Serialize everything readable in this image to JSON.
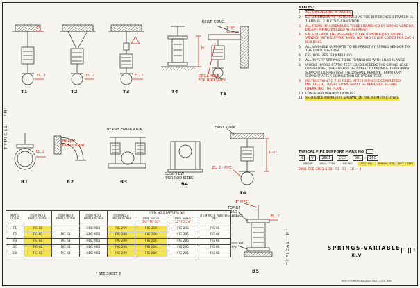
{
  "sheet": {
    "title": "SPRINGS-VARIABLE",
    "title_sub": "X.V",
    "see_sheet_note": "* SEE SHEET 2",
    "stamp": "RFH-GTR/WDR4KXGN/ATT-RG1  c-v-s  .06a",
    "sheet_num_left": "1",
    "sheet_num_right": "3"
  },
  "labels": {
    "t1": "T1",
    "t2": "T2",
    "t3": "T3",
    "t4": "T4",
    "t5": "T5",
    "t6": "T6",
    "b1": "B1",
    "b2": "B2",
    "b3": "B3",
    "b4": "B4",
    "b5": "B5",
    "typical_left": "TYPICAL - 'M'",
    "typical_right": "TYPICAL 'M'",
    "el1": "EL. 1",
    "el2": "EL. 2",
    "h_dim": "H",
    "dim_1_0": "1'-0\"",
    "exist_conc": "EXIST. CONC.",
    "drill_hole_1": "DRILL HOLE",
    "drill_hole_2": "FOR ROD SIZES",
    "elev_view_1": "ELEV. VIEW",
    "elev_view_2": "(FOR ROD SIZES)",
    "by_pipe_fab": "BY PIPE FABRICATOR",
    "top_load_flange": "TOP OF LOAD FLANGE",
    "support_elev": "SUPPORT ELEV.",
    "el2_pipe": "EL. 2 - PIPE",
    "pipe_one": "1\" PIPE"
  },
  "notes": {
    "heading": "NOTES:",
    "items": [
      {
        "n": "1.",
        "t": "ALL DIMENSIONS IN INCHES.",
        "style": "red-box"
      },
      {
        "n": "2.",
        "t": "EL. DIMENSION 'H' - IS DEFINED AS THE DIFFERENCE BETWEEN EL. 1 AND EL. 2 IN COLD CONDITION.",
        "style": "plain"
      },
      {
        "n": "3.",
        "t": "ALL ITEMS OF ASSEMBLIES TO BE FURNISHED BY SPRING VENDOR, EXCEPT PIPING WELDED ATTACHMENT.",
        "style": "red"
      },
      {
        "n": "4.",
        "t": "EACH ITEM OF THE ASSEMBLY TO BE IDENTIFIED BY SPRING VENDOR WITH SUPPORT MARK NO. AND COLOR CODED FOR EACH BUILDING.",
        "style": "red"
      },
      {
        "n": "5.",
        "t": "ALL VARIABLE SUPPORTS TO BE PRESET BY SPRING VENDOR TO THE COLD POSITION.",
        "style": "plain"
      },
      {
        "n": "6.",
        "t": "FIG. NOS. ARE GRINNELL CO.",
        "style": "plain"
      },
      {
        "n": "7.",
        "t": "ALL TYPE 'F' SPRINGS TO BE FURNISHED WITH LOAD FLANGE.",
        "style": "plain"
      },
      {
        "n": "8.",
        "t": "WHERE HYDRO-STATIC TEST LOAD EXCEEDS THE SPRING LOAD (OPERATING), THE FIELD IS REQUIRED TO PROVIDE TEMPORARY SUPPORT DURING TEST. FIELD SHALL REMOVE TEMPORARY SUPPORT AFTER COMPLETION OF HYDRO-TEST.",
        "style": "plain"
      },
      {
        "n": "9.",
        "t": "INSTRUCTION TO THE FIELD: AFTER PIPING IS COMPLETELY INSTALLED, TRAVEL STOPS SHALL BE REMOVED BEFORE OPERATING THE PLANT.",
        "style": "red"
      },
      {
        "n": "10.",
        "t": "LOADS PER VENDOR CATALOG.",
        "style": "plain"
      },
      {
        "n": "11.",
        "t": "SEQUENCE NUMBER IS SHOWN ON THE ISOMETRIC DWG.",
        "style": "highlight"
      }
    ]
  },
  "mark_table": {
    "heading": "TYPICAL PIPE SUPPORT MARK NO",
    "segments": [
      "X",
      "V",
      "2501",
      "CCD",
      "001",
      "15G"
    ],
    "descriptors": [
      {
        "text": "GROUP",
        "hl": false
      },
      {
        "text": "AREA CODE",
        "hl": false
      },
      {
        "text": "LINE NO.",
        "hl": false
      },
      {
        "text": "SEQ. NO.",
        "hl": true
      },
      {
        "text": "SPRING TYPE",
        "hl": true
      },
      {
        "text": "SIZE / TYPE",
        "hl": true
      }
    ],
    "example": "2501-CCD-2013-0.38 - F1 - B1 - 1B — 4"
  },
  "parts_table": {
    "headers": [
      "MAT'L CODE",
      "ITEM NO.1 PART/FIG NO",
      "ITEM NO.2 PART/FIG NO",
      "ITEM NO.3 PART/FIG NO",
      "ITEM NO.4 PART/FIG NO",
      "ITEM NO.5 PART/FIG NO",
      "ITEM NO.6 PART/FIG NO"
    ],
    "item5_sub": [
      {
        "top": "PIPE SIZES",
        "bottom": "1/2\" TO 10\""
      },
      {
        "top": "PIPE SIZES",
        "bottom": "12\" TO 24\""
      }
    ],
    "rows": [
      [
        "F1",
        {
          "t": "FIG 82",
          "hl": true
        },
        "—",
        "HDX MB1",
        {
          "t": "FIG 299",
          "hl": true
        },
        {
          "t": "FIG 260",
          "hl": true
        },
        "FIG 295",
        "FIG 66"
      ],
      [
        "F2",
        {
          "t": "FIG 82",
          "hl": true
        },
        "FIG 63",
        "HDX MB1",
        {
          "t": "FIG 299",
          "hl": true
        },
        {
          "t": "FIG 260",
          "hl": true
        },
        "FIG 295",
        "FIG 66"
      ],
      [
        "F3",
        {
          "t": "FIG 82",
          "hl": true
        },
        "FIG 63",
        "HDX MB1",
        {
          "t": "FIG 299",
          "hl": true
        },
        {
          "t": "FIG 260",
          "hl": true
        },
        "FIG 295",
        "FIG 66"
      ],
      [
        "3C",
        {
          "t": "FIG 82",
          "hl": true
        },
        "FIG 63",
        "HDX MB1",
        {
          "t": "FIG 299",
          "hl": true
        },
        {
          "t": "FIG 260",
          "hl": true
        },
        "FIG 295",
        "FIG 66"
      ],
      [
        "3W",
        {
          "t": "FIG 82",
          "hl": true
        },
        "FIG 63",
        "HDX MB1",
        {
          "t": "FIG 299",
          "hl": true
        },
        {
          "t": "FIG 260",
          "hl": true
        },
        "FIG 295",
        "FIG 66"
      ]
    ]
  }
}
